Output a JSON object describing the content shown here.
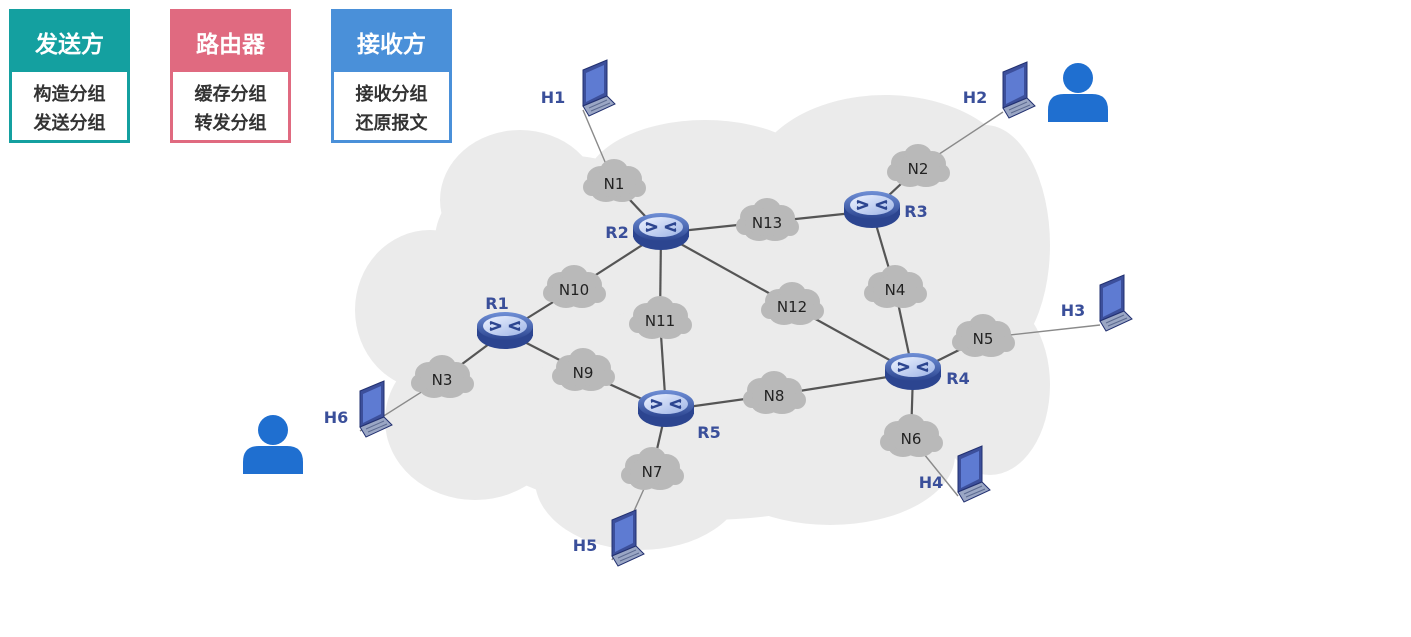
{
  "legend": [
    {
      "title": "发送方",
      "lines": [
        "构造分组",
        "发送分组"
      ],
      "color": "#14a0a0"
    },
    {
      "title": "路由器",
      "lines": [
        "缓存分组",
        "转发分组"
      ],
      "color": "#e06a80"
    },
    {
      "title": "接收方",
      "lines": [
        "接收分组",
        "还原报文"
      ],
      "color": "#4a90d9"
    }
  ],
  "routers": [
    "R1",
    "R2",
    "R3",
    "R4",
    "R5"
  ],
  "networks": [
    "N1",
    "N2",
    "N3",
    "N4",
    "N5",
    "N6",
    "N7",
    "N8",
    "N9",
    "N10",
    "N11",
    "N12",
    "N13"
  ],
  "hosts": [
    "H1",
    "H2",
    "H3",
    "H4",
    "H5",
    "H6"
  ],
  "users": [
    "sender-user",
    "receiver-user"
  ],
  "colors": {
    "router": "#3f5fae",
    "cloud": "#ebebeb",
    "network": "#b9b9b9",
    "user": "#1f6fd0",
    "link": "#555555"
  }
}
